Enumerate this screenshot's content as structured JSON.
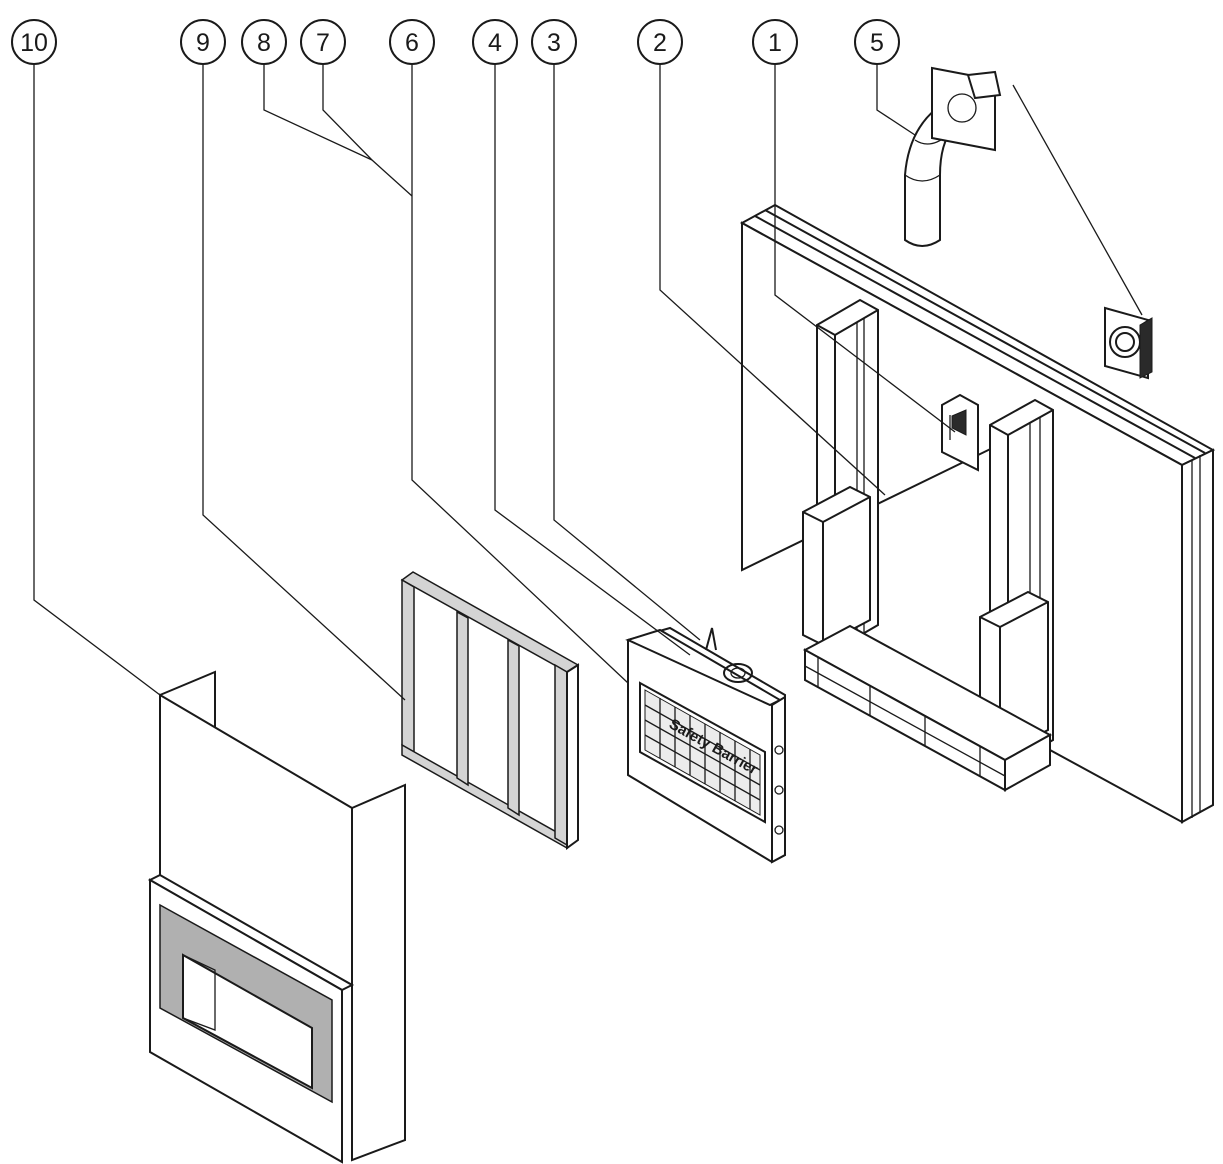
{
  "callouts": [
    {
      "id": "10",
      "label": "10"
    },
    {
      "id": "9",
      "label": "9"
    },
    {
      "id": "8",
      "label": "8"
    },
    {
      "id": "7",
      "label": "7"
    },
    {
      "id": "6",
      "label": "6"
    },
    {
      "id": "4",
      "label": "4"
    },
    {
      "id": "3",
      "label": "3"
    },
    {
      "id": "2",
      "label": "2"
    },
    {
      "id": "1",
      "label": "1"
    },
    {
      "id": "5",
      "label": "5"
    }
  ],
  "insert_label": "Safety Barrier",
  "colors": {
    "line": "#1a1a1a",
    "surround_border": "#b0b0b0",
    "frame_fill": "#d4d4d4"
  }
}
